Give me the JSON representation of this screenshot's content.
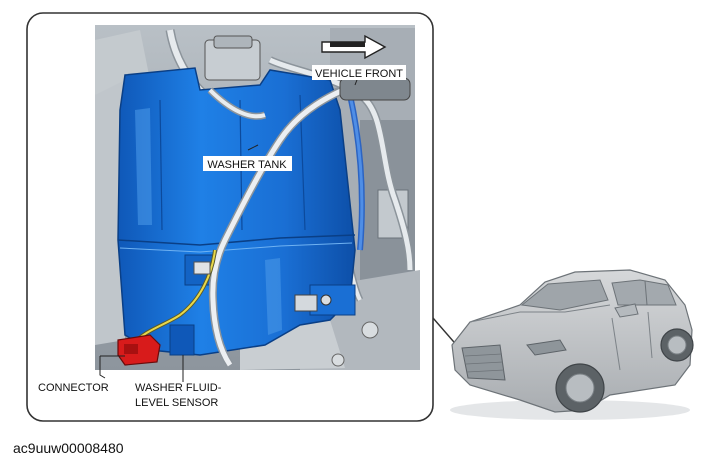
{
  "labels": {
    "vehicle_front": "VEHICLE FRONT",
    "washer_tank": "WASHER TANK",
    "connector": "CONNECTOR",
    "sensor_line1": "WASHER FLUID-",
    "sensor_line2": "LEVEL SENSOR"
  },
  "caption": "ac9uuw00008480",
  "colors": {
    "tank": "#1a74d9",
    "tank_shadow": "#0d4fa8",
    "tank_highlight": "#5aa6f0",
    "connector": "#d81b1b",
    "wire": "#e8d84a",
    "hose": "#d8dde2",
    "engine_bay": "#9aa3ab",
    "frame_border": "#333333",
    "car_body": "#c9ccce"
  },
  "icons": {
    "direction_arrow": "arrow-right-icon"
  }
}
